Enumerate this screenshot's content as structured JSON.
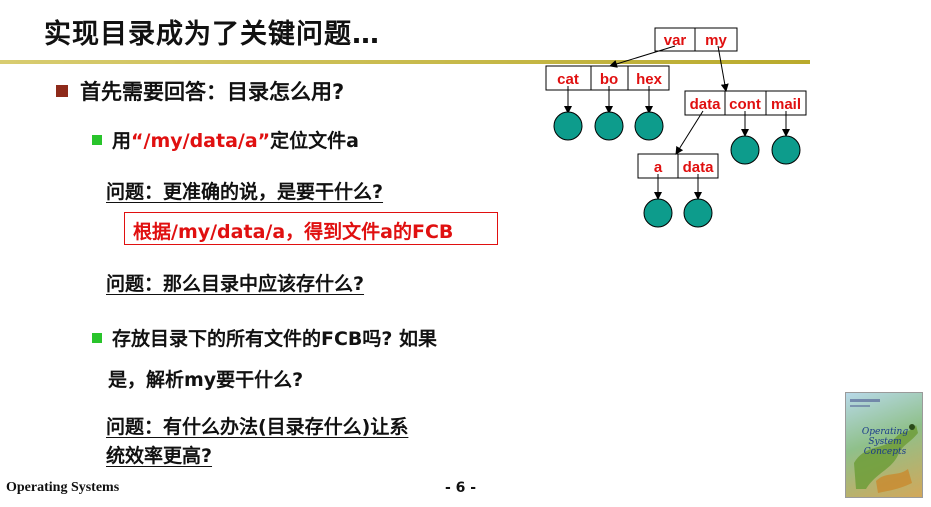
{
  "slide": {
    "title": "实现目录成为了关键问题…",
    "bullet_main": "首先需要回答：目录怎么用?",
    "sub1_prefix": "用",
    "sub1_path": "“/my/data/a”",
    "sub1_suffix": "定位文件a",
    "question1": "问题：更准确的说，是要干什么?",
    "answer1": "根据/my/data/a，得到文件a的FCB",
    "question2": "问题：那么目录中应该存什么?",
    "sub2_line1": "存放目录下的所有文件的FCB吗? 如果",
    "sub2_line2": "是，解析my要干什么?",
    "question3_line1": "问题：有什么办法(目录存什么)让系",
    "question3_line2": "统效率更高?"
  },
  "tree": {
    "root_cells": [
      "var",
      "my"
    ],
    "var_cells": [
      "cat",
      "bo",
      "hex"
    ],
    "my_cells": [
      "data",
      "cont",
      "mail"
    ],
    "data_cells": [
      "a",
      "data"
    ]
  },
  "colors": {
    "accent_red": "#e01010",
    "node_fill": "#0d9c8c",
    "title_rule": "#c3b43a",
    "bullet_main": "#8e2a1a",
    "bullet_sub": "#29c42b"
  },
  "footer": {
    "course": "Operating Systems",
    "page": "- 6 -"
  },
  "cover": {
    "text_line1": "Operating",
    "text_line2": "System",
    "text_line3": "Concepts"
  }
}
